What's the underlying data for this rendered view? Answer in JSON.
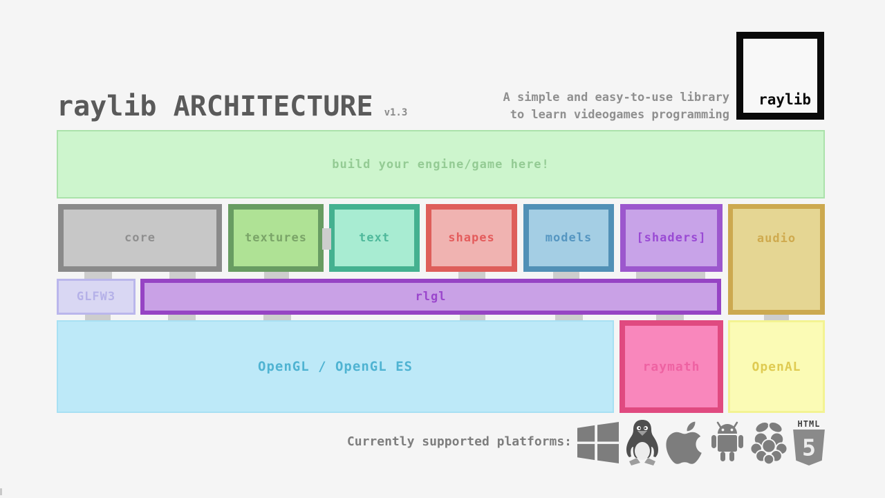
{
  "colors": {
    "background": "#f5f5f5",
    "title": "#5a5a5a",
    "version": "#8a8a8a",
    "tagline": "#8f8f8f",
    "connector": "#cdcdcd",
    "icon_gray": "#7d7d7d",
    "platforms_label": "#7d7d7d"
  },
  "header": {
    "title": "raylib ARCHITECTURE",
    "version": "v1.3",
    "tagline_line1": "A simple and easy-to-use library",
    "tagline_line2": "to learn videogames programming",
    "logo_text": "raylib"
  },
  "engine_box": {
    "label": "build your engine/game here!",
    "fill": "#cdf5cd",
    "border": "#aae2aa",
    "text_color": "#94cb94"
  },
  "modules": [
    {
      "id": "core",
      "label": "core",
      "fill": "#c7c7c7",
      "border": "#8a8a8a",
      "text_color": "#8f8f8f"
    },
    {
      "id": "textures",
      "label": "textures",
      "fill": "#afe295",
      "border": "#689c62",
      "text_color": "#7aa468"
    },
    {
      "id": "text",
      "label": "text",
      "fill": "#a8ecd2",
      "border": "#44b190",
      "text_color": "#4fb99b"
    },
    {
      "id": "shapes",
      "label": "shapes",
      "fill": "#f0b3b1",
      "border": "#de5e5a",
      "text_color": "#e45c5c"
    },
    {
      "id": "models",
      "label": "models",
      "fill": "#a4cee4",
      "border": "#5190b6",
      "text_color": "#5596c1"
    },
    {
      "id": "shaders",
      "label": "[shaders]",
      "fill": "#c8a3e8",
      "border": "#9c57cd",
      "text_color": "#9a4ad4"
    },
    {
      "id": "audio",
      "label": "audio",
      "fill": "#e5d693",
      "border": "#cca94f",
      "text_color": "#cfaa4e"
    }
  ],
  "middle_layer": [
    {
      "id": "glfw3",
      "label": "GLFW3",
      "fill": "#d9d7f3",
      "border": "#bab6ec",
      "text_color": "#b5b1e8"
    },
    {
      "id": "rlgl",
      "label": "rlgl",
      "fill": "#c9a1e6",
      "border": "#9644c4",
      "text_color": "#9a46cc"
    }
  ],
  "bottom_layer": [
    {
      "id": "opengl",
      "label": "OpenGL / OpenGL ES",
      "fill": "#bde9f8",
      "border": "#a7e0f3",
      "text_color": "#4fb3d2"
    },
    {
      "id": "raymath",
      "label": "raymath",
      "fill": "#f987bc",
      "border": "#e04a80",
      "text_color": "#ee62a2"
    },
    {
      "id": "openal",
      "label": "OpenAL",
      "fill": "#fbfbb5",
      "border": "#f3f392",
      "text_color": "#dfcb52"
    }
  ],
  "platforms": {
    "label": "Currently supported platforms:",
    "icons": [
      "windows-icon",
      "linux-icon",
      "apple-icon",
      "android-icon",
      "raspberry-pi-icon",
      "html5-icon"
    ],
    "html5_text": "HTML",
    "html5_number": "5"
  }
}
